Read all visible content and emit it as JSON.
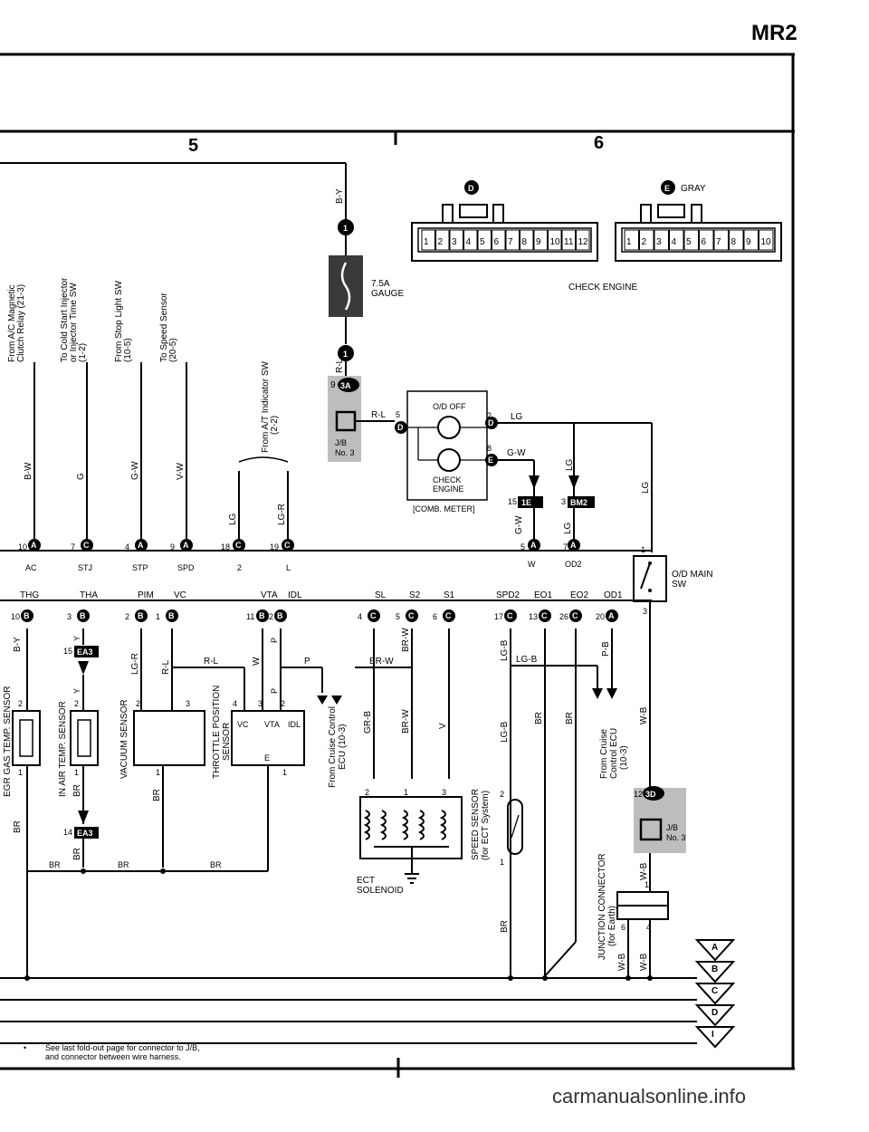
{
  "header": {
    "model": "MR2"
  },
  "grid": {
    "col_left": "5",
    "col_right": "6"
  },
  "connectors": {
    "d_label": "D",
    "d_pins": [
      "1",
      "2",
      "3",
      "4",
      "5",
      "6",
      "7",
      "8",
      "9",
      "10",
      "11",
      "12"
    ],
    "e_label": "E",
    "e_color": "GRAY",
    "e_pins": [
      "1",
      "2",
      "3",
      "4",
      "5",
      "6",
      "7",
      "8",
      "9",
      "10"
    ],
    "caption": "CHECK ENGINE"
  },
  "fuse": {
    "top_wire": "B-Y",
    "badge_top": "1",
    "badge_bottom": "1",
    "name_line1": "7.5A",
    "name_line2": "GAUGE",
    "out_wire": "R-L"
  },
  "jb3_top": {
    "pin": "9",
    "conn": "3A",
    "label_line1": "J/B",
    "label_line2": "No. 3",
    "wire": "R-L"
  },
  "meter": {
    "pin5": "5",
    "conn5": "D",
    "pin2": "2",
    "conn2": "D",
    "wire_lg": "LG",
    "pin8": "8",
    "conn8": "E",
    "wire_gw": "G-W",
    "odoff": "O/D OFF",
    "check_line1": "CHECK",
    "check_line2": "ENGINE",
    "name": "[COMB. METER]"
  },
  "upper_refs": [
    {
      "text_line1": "From A/C Magnetic",
      "text_line2": "Clutch Relay (21-3)",
      "wire": "B-W",
      "pin": "10",
      "conn": "A",
      "term": "AC"
    },
    {
      "text_line1": "To Cold Start Injector",
      "text_line2": "or Injector Time SW",
      "text_line3": "(1-2)",
      "wire": "G",
      "pin": "7",
      "conn": "C",
      "term": "STJ"
    },
    {
      "text_line1": "From Stop Light SW",
      "text_line2": "(10-5)",
      "wire": "G-W",
      "pin": "4",
      "conn": "A",
      "term": "STP"
    },
    {
      "text_line1": "To Speed Sensor",
      "text_line2": "(20-5)",
      "wire": "V-W",
      "pin": "9",
      "conn": "A",
      "term": "SPD"
    },
    {
      "text_line1": "From A/T Indicator SW",
      "text_line2": "(2-2)",
      "wire_a": "LG",
      "pin_a": "18",
      "conn_a": "C",
      "term_a": "2",
      "wire_b": "LG-R",
      "pin_b": "19",
      "conn_b": "C",
      "term_b": "L"
    }
  ],
  "right_upper": {
    "conn_1e": "1E",
    "pin_1e": "15",
    "wire_gw": "G-W",
    "pin_w": "5",
    "conn_w": "A",
    "term_w": "W",
    "conn_bm": "BM2",
    "pin_bm": "3",
    "wire_lg": "LG",
    "pin_od2": "7",
    "conn_od2": "A",
    "term_od2": "OD2",
    "wire_lg_right": "LG",
    "wire_lg_far": "LG"
  },
  "od_main": {
    "pin1": "1",
    "pin3": "3",
    "label_line1": "O/D MAIN",
    "label_line2": "SW"
  },
  "ecu_terms": [
    "THG",
    "THA",
    "PIM",
    "VC",
    "VTA",
    "IDL",
    "SL",
    "S2",
    "S1",
    "SPD2",
    "EO1",
    "EO2",
    "OD1"
  ],
  "lower_pins": [
    {
      "pin": "10",
      "conn": "B"
    },
    {
      "pin": "3",
      "conn": "B"
    },
    {
      "pin": "2",
      "conn": "B"
    },
    {
      "pin": "1",
      "conn": "B"
    },
    {
      "pin": "11",
      "conn": "B"
    },
    {
      "pin": "12",
      "conn": "B"
    },
    {
      "pin": "4",
      "conn": "C"
    },
    {
      "pin": "5",
      "conn": "C"
    },
    {
      "pin": "6",
      "conn": "C"
    },
    {
      "pin": "17",
      "conn": "C"
    },
    {
      "pin": "13",
      "conn": "C"
    },
    {
      "pin": "26",
      "conn": "C"
    },
    {
      "pin": "20",
      "conn": "A"
    }
  ],
  "wires_lower": {
    "by": "B-Y",
    "y1": "Y",
    "y2": "Y",
    "ea3a": "EA3",
    "ea3a_pin": "15",
    "ea3b": "EA3",
    "ea3b_pin": "14",
    "lgr": "LG-R",
    "rl1": "R-L",
    "rl2": "R-L",
    "w": "W",
    "p1": "P",
    "p2": "P",
    "p3": "P",
    "brw": "BR-W",
    "brw2": "BR-W",
    "grb": "GR-B",
    "brw3": "BR-W",
    "v": "V",
    "lgb1": "LG-B",
    "lgb2": "LG-B",
    "lgb3": "LG-B",
    "br1": "BR",
    "br2": "BR",
    "pb": "P-B",
    "wb": "W-B"
  },
  "sensors": {
    "egr": "EGR GAS TEMP. SENSOR",
    "intake": "IN AIR TEMP. SENSOR",
    "vacuum": "VACUUM SENSOR",
    "throttle_line1": "THROTTLE POSITION",
    "throttle_line2": "SENSOR",
    "throttle_terms": [
      "VC",
      "VTA",
      "IDL"
    ],
    "throttle_e": "E",
    "solenoid_line1": "ECT",
    "solenoid_line2": "SOLENOID",
    "speed_line1": "SPEED SENSOR",
    "speed_line2": "(for ECT System)",
    "cruise1_line1": "From Cruise Control",
    "cruise1_line2": "ECU (10-3)",
    "cruise2_line1": "From Cruise",
    "cruise2_line2": "Control ECU",
    "cruise2_line3": "(10-3)",
    "junction_line1": "JUNCTION CONNECTOR",
    "junction_line2": "(for Earth)"
  },
  "jb3_bottom": {
    "pin": "12",
    "conn": "3D",
    "label_line1": "J/B",
    "label_line2": "No. 3"
  },
  "bus": [
    "A",
    "B",
    "C",
    "D",
    "I"
  ],
  "ground_wires": {
    "br": "BR",
    "wb": "W-B"
  },
  "footnote_line1": "See last fold-out page for connector to J/B,",
  "footnote_line2": "and connector between wire harness.",
  "footer": {
    "site": "carmanualsonline.info"
  }
}
